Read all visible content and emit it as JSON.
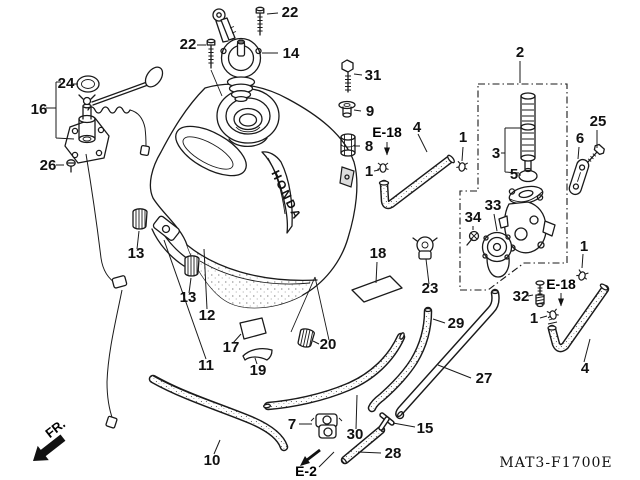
{
  "diagram": {
    "code": "MAT3-F1700E",
    "tank_logo": "HONDA",
    "fr_label": "FR.",
    "colors": {
      "line": "#1a1a1a",
      "background": "#ffffff"
    },
    "callouts": [
      {
        "id": "22-top",
        "label": "22"
      },
      {
        "id": "14",
        "label": "14"
      },
      {
        "id": "22-left",
        "label": "22"
      },
      {
        "id": "31",
        "label": "31"
      },
      {
        "id": "9",
        "label": "9"
      },
      {
        "id": "8",
        "label": "8"
      },
      {
        "id": "e18-top",
        "label": "E-18"
      },
      {
        "id": "4-top",
        "label": "4"
      },
      {
        "id": "1-top-left",
        "label": "1"
      },
      {
        "id": "1-top-right",
        "label": "1"
      },
      {
        "id": "2",
        "label": "2"
      },
      {
        "id": "24",
        "label": "24"
      },
      {
        "id": "16",
        "label": "16"
      },
      {
        "id": "26",
        "label": "26"
      },
      {
        "id": "3",
        "label": "3"
      },
      {
        "id": "5",
        "label": "5"
      },
      {
        "id": "25",
        "label": "25"
      },
      {
        "id": "6",
        "label": "6"
      },
      {
        "id": "33",
        "label": "33"
      },
      {
        "id": "34",
        "label": "34"
      },
      {
        "id": "13-left",
        "label": "13"
      },
      {
        "id": "13-mid",
        "label": "13"
      },
      {
        "id": "12",
        "label": "12"
      },
      {
        "id": "11",
        "label": "11"
      },
      {
        "id": "17",
        "label": "17"
      },
      {
        "id": "19",
        "label": "19"
      },
      {
        "id": "18",
        "label": "18"
      },
      {
        "id": "23",
        "label": "23"
      },
      {
        "id": "20",
        "label": "20"
      },
      {
        "id": "29",
        "label": "29"
      },
      {
        "id": "27",
        "label": "27"
      },
      {
        "id": "30",
        "label": "30"
      },
      {
        "id": "15",
        "label": "15"
      },
      {
        "id": "28",
        "label": "28"
      },
      {
        "id": "7",
        "label": "7"
      },
      {
        "id": "32",
        "label": "32"
      },
      {
        "id": "e18-right",
        "label": "E-18"
      },
      {
        "id": "1-mid-right",
        "label": "1"
      },
      {
        "id": "1-right",
        "label": "1"
      },
      {
        "id": "4-right",
        "label": "4"
      },
      {
        "id": "10",
        "label": "10"
      },
      {
        "id": "e2",
        "label": "E-2"
      }
    ]
  }
}
